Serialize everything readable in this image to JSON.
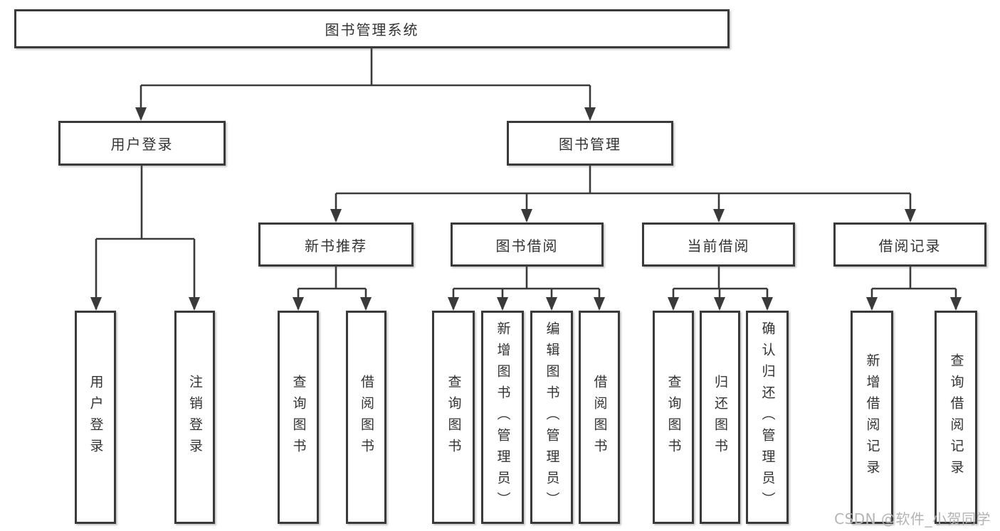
{
  "diagram": {
    "tree": {
      "label": "图书管理系统",
      "children": [
        {
          "label": "用户登录",
          "children": [
            {
              "label": "用户登录"
            },
            {
              "label": "注销登录"
            }
          ]
        },
        {
          "label": "图书管理",
          "children": [
            {
              "label": "新书推荐",
              "children": [
                {
                  "label": "查询图书"
                },
                {
                  "label": "借阅图书"
                }
              ]
            },
            {
              "label": "图书借阅",
              "children": [
                {
                  "label": "查询图书"
                },
                {
                  "label": "新增图书（管理员）"
                },
                {
                  "label": "编辑图书（管理员）"
                },
                {
                  "label": "借阅图书"
                }
              ]
            },
            {
              "label": "当前借阅",
              "children": [
                {
                  "label": "查询图书"
                },
                {
                  "label": "归还图书"
                },
                {
                  "label": "确认归还（管理员）"
                }
              ]
            },
            {
              "label": "借阅记录",
              "children": [
                {
                  "label": "新增借阅记录"
                },
                {
                  "label": "查询借阅记录"
                }
              ]
            }
          ]
        }
      ]
    },
    "watermark": "CSDN @软件_小贺同学",
    "colors": {
      "line": "#3a3a3a",
      "border": "#3a3a3a",
      "text": "#333333",
      "background": "#ffffff",
      "watermark": "#b4b4b4"
    }
  }
}
